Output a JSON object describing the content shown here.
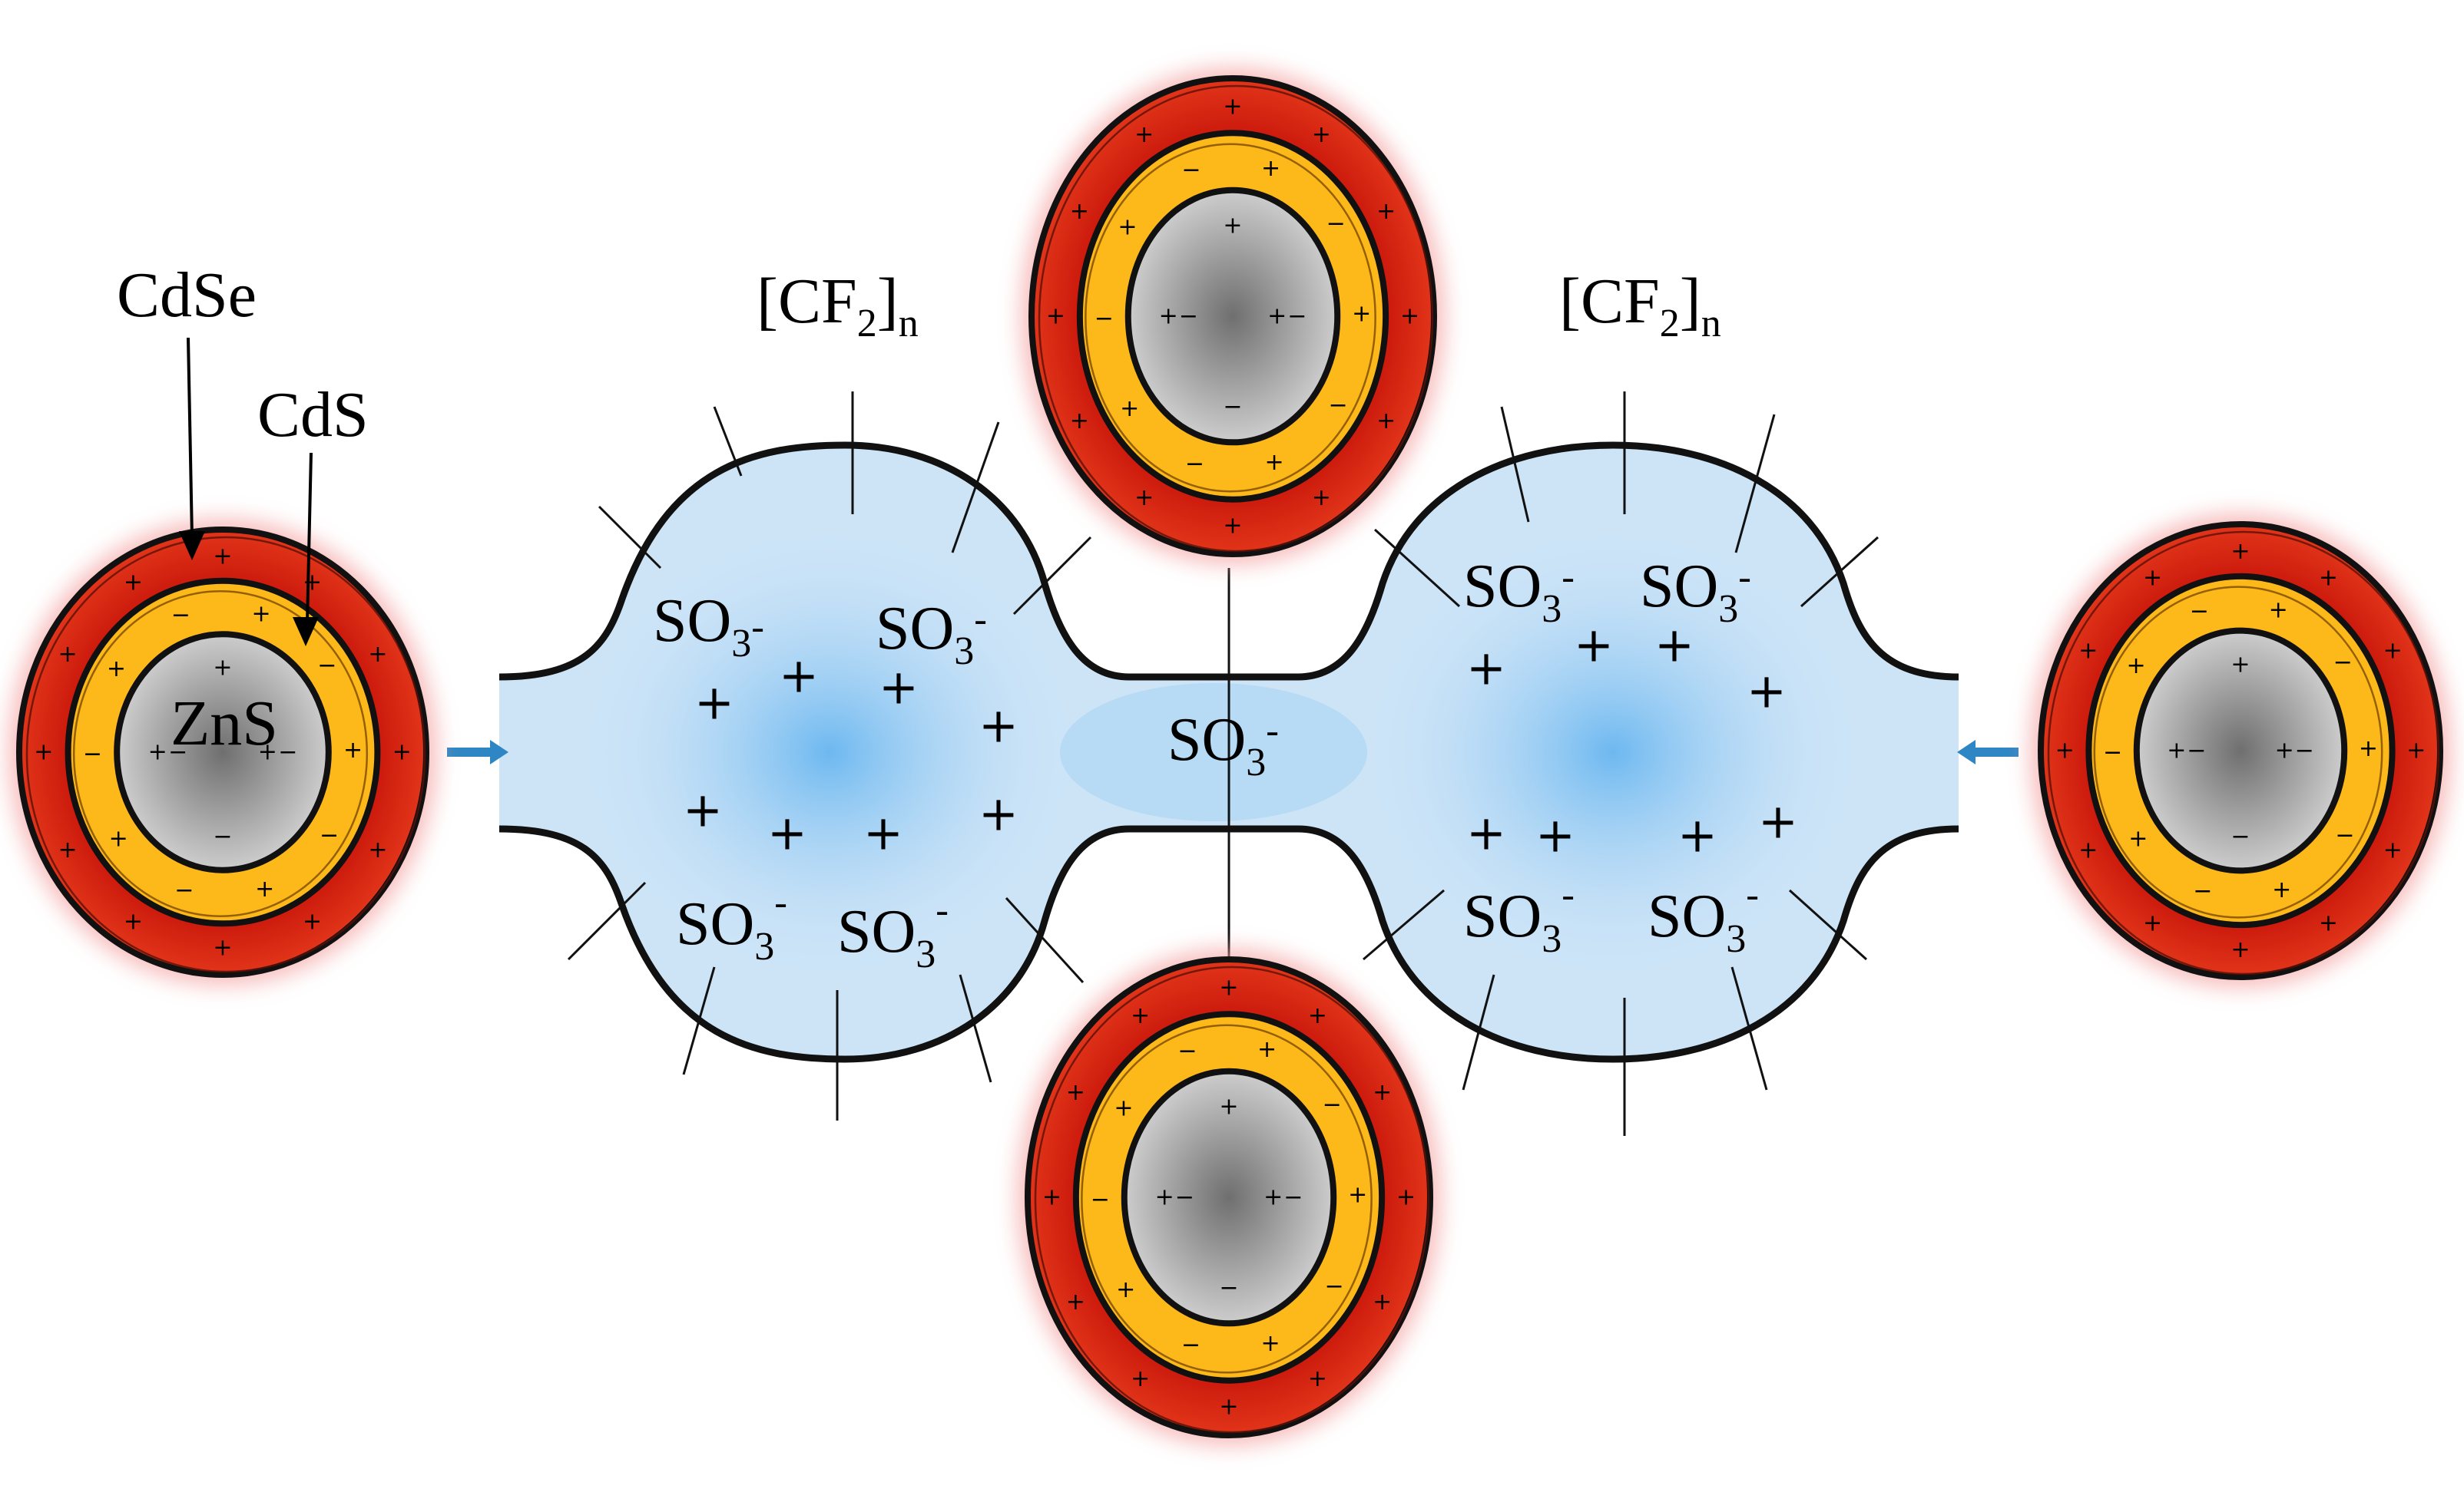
{
  "labels": {
    "cdse": "CdSe",
    "cds": "CdS",
    "zns": "ZnS",
    "polymer": {
      "open": "[CF",
      "sub": "2",
      "close": "]",
      "n": "n"
    },
    "sulfonate": {
      "base": "SO",
      "sub": "3",
      "charge": "-"
    }
  },
  "symbols": {
    "plus": "+",
    "minus": "−"
  },
  "colors": {
    "background": "#ffffff",
    "channel_fill": "#cde4f7",
    "channel_center": "#7fc0f0",
    "outline": "#111111",
    "shell_outer": "#d81f10",
    "shell_outer_dark": "#b01008",
    "shell_glow": "#f4a0a0",
    "shell_inner": "#fdb81a",
    "core_light": "#d6d6d6",
    "core_dark": "#6f6f6f",
    "arrow": "#2f86c4"
  }
}
